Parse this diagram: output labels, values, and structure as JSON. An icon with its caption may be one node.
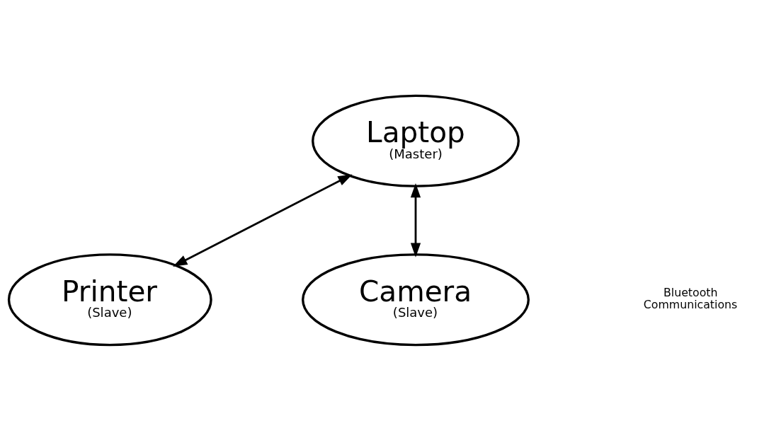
{
  "diagram": {
    "nodes": [
      {
        "text": [
          "Laptop",
          "(Master)"
        ]
      },
      {
        "text": [
          "Printer",
          "(Slave)"
        ]
      },
      {
        "text": [
          "Camera",
          "(Slave)"
        ]
      }
    ],
    "edges": [
      {
        "from": 0,
        "to": 1,
        "arrow": "both"
      },
      {
        "from": 0,
        "to": 2,
        "arrow": "both"
      }
    ],
    "labels": [
      "Bluetooth Communications"
    ]
  }
}
